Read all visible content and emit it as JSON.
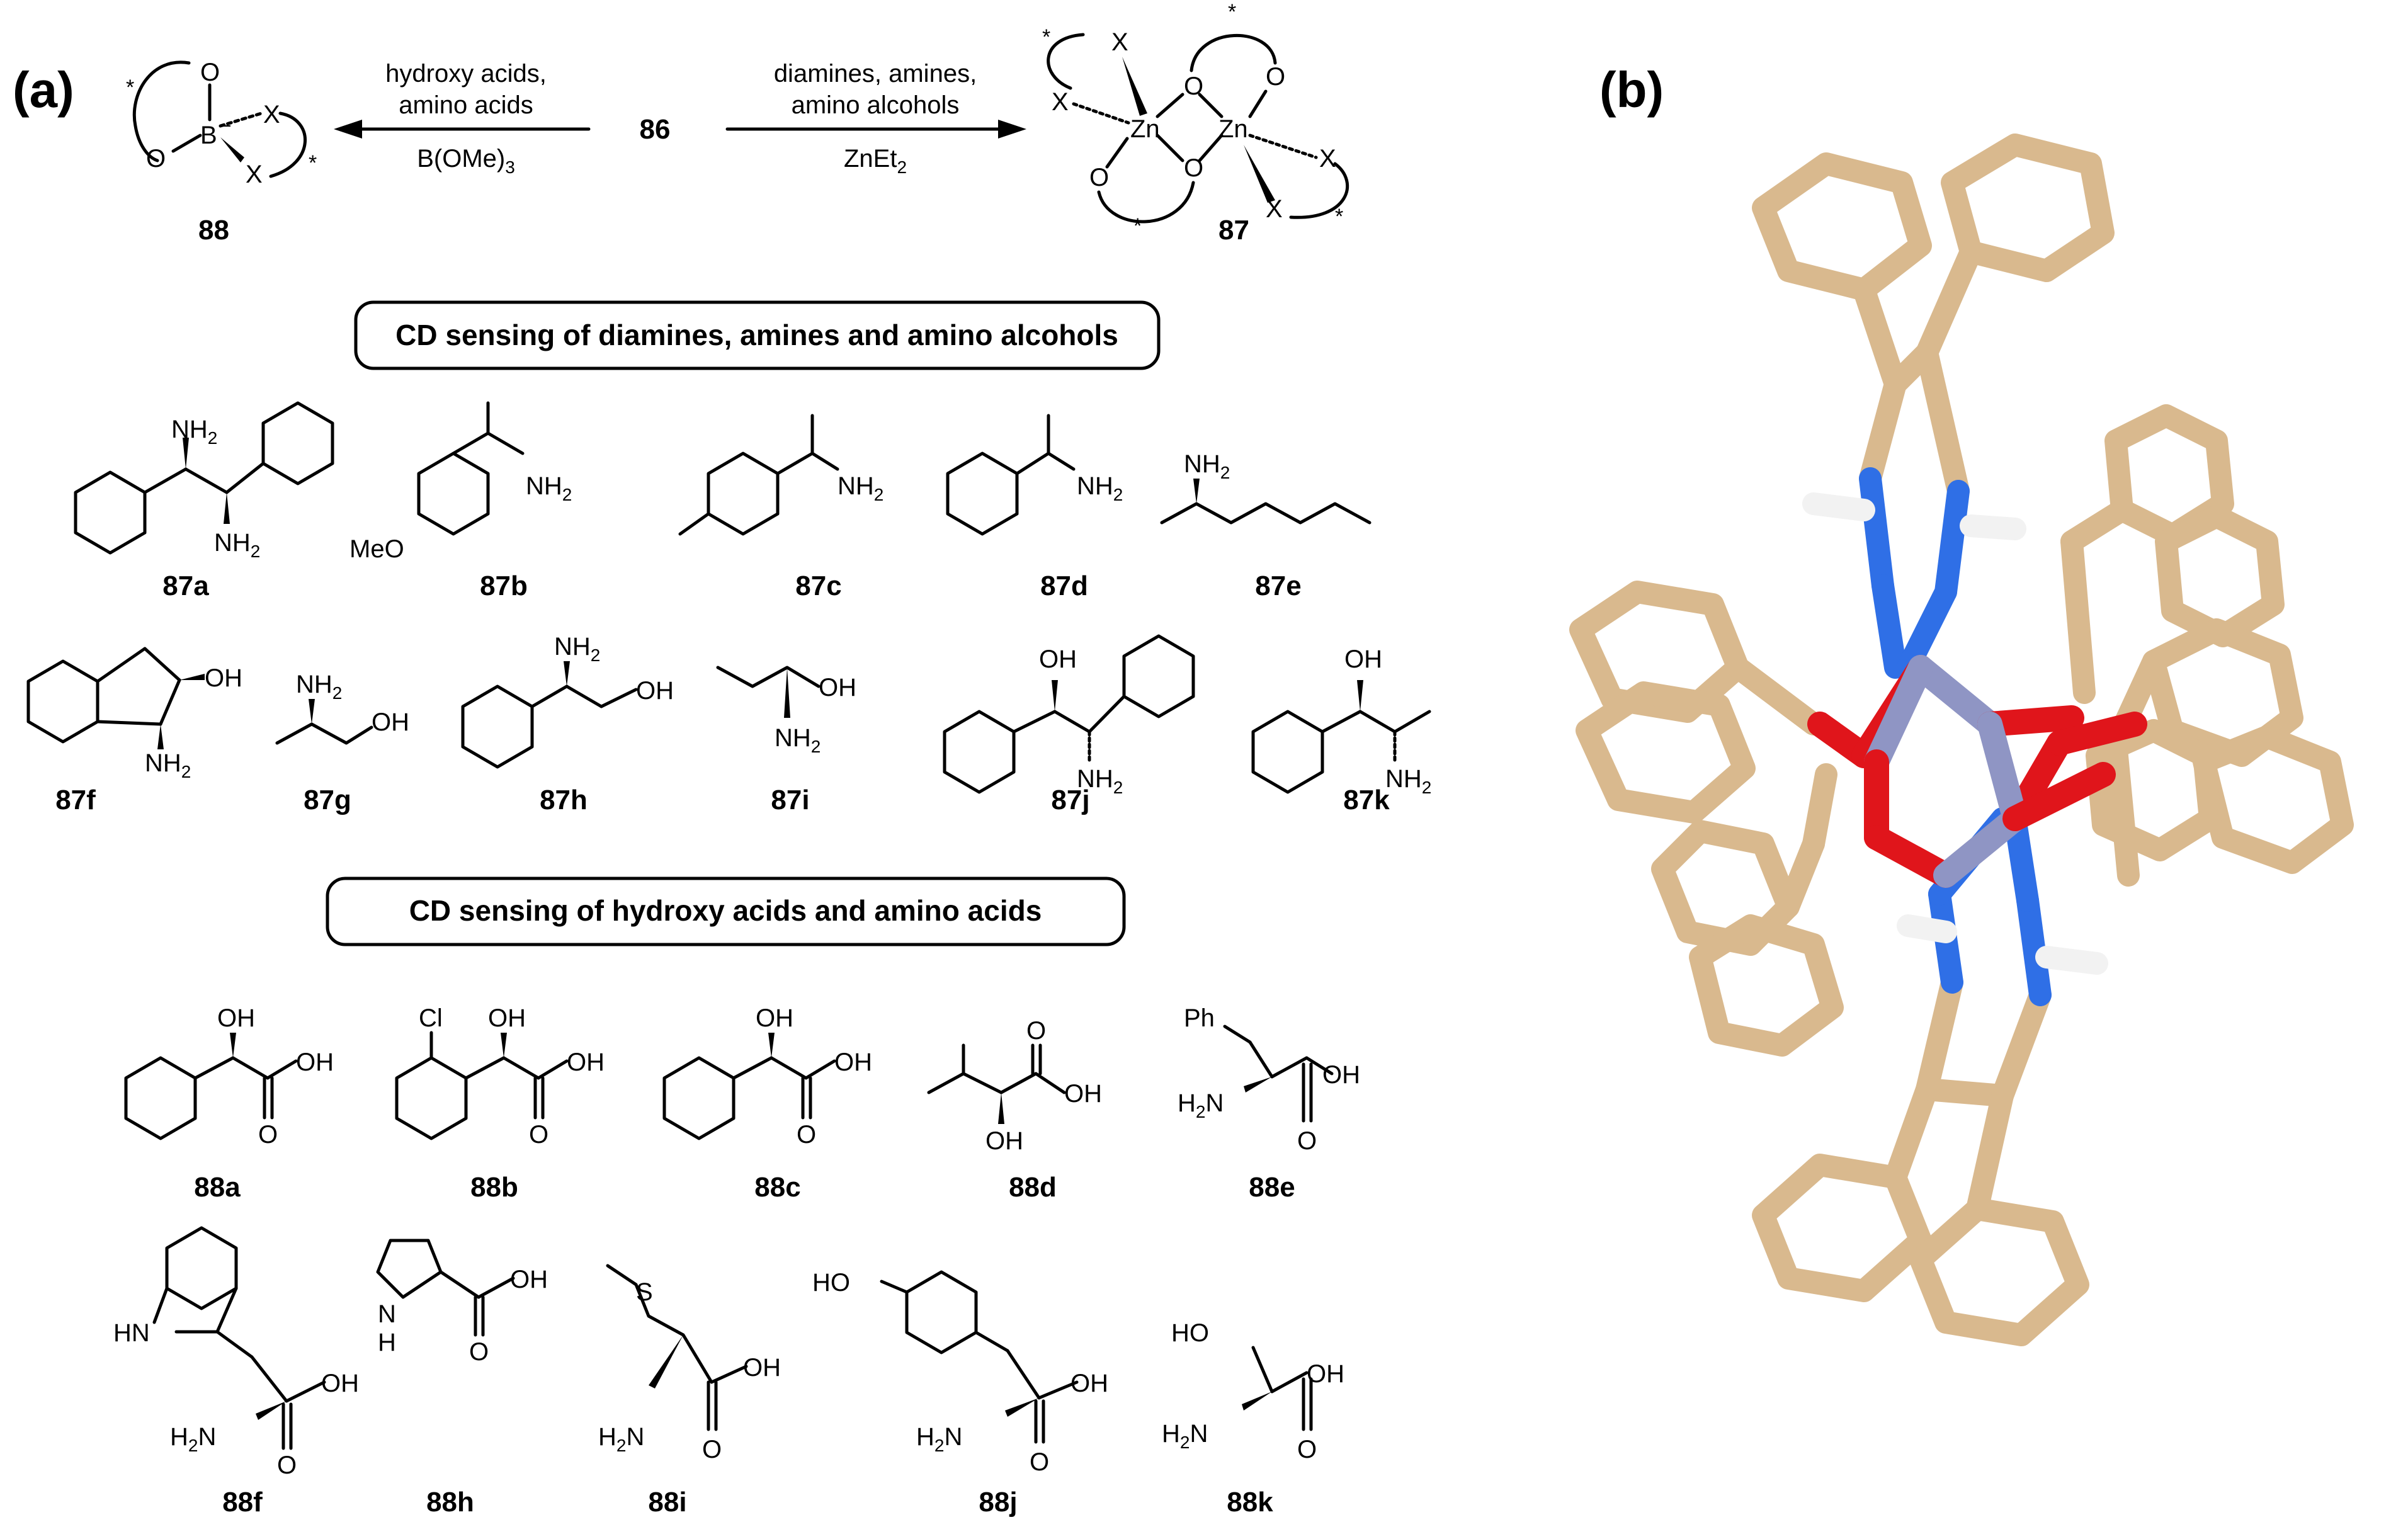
{
  "panel_a_label": "(a)",
  "panel_b_label": "(b)",
  "scheme": {
    "left_arrow_top_1": "hydroxy acids,",
    "left_arrow_top_2": "amino acids",
    "left_arrow_bottom": "B(OMe)3",
    "center_compound": "86",
    "right_arrow_top_1": "diamines, amines,",
    "right_arrow_top_2": "amino alcohols",
    "right_arrow_bottom": "ZnEt2",
    "boron_compound": "88",
    "zinc_compound": "87"
  },
  "section1_title": "CD sensing of diamines, amines and amino alcohols",
  "section2_title": "CD sensing of hydroxy acids and amino acids",
  "labels_87": [
    "87a",
    "87b",
    "87c",
    "87d",
    "87e",
    "87f",
    "87g",
    "87h",
    "87i",
    "87j",
    "87k"
  ],
  "labels_88": [
    "88a",
    "88b",
    "88c",
    "88d",
    "88e",
    "88f",
    "88h",
    "88i",
    "88j",
    "88k"
  ],
  "colors": {
    "carbon": "#d9b98e",
    "nitrogen": "#2f6fe6",
    "oxygen": "#e0151b",
    "zinc": "#8f95c4",
    "hydrogen": "#f2f2f2"
  }
}
